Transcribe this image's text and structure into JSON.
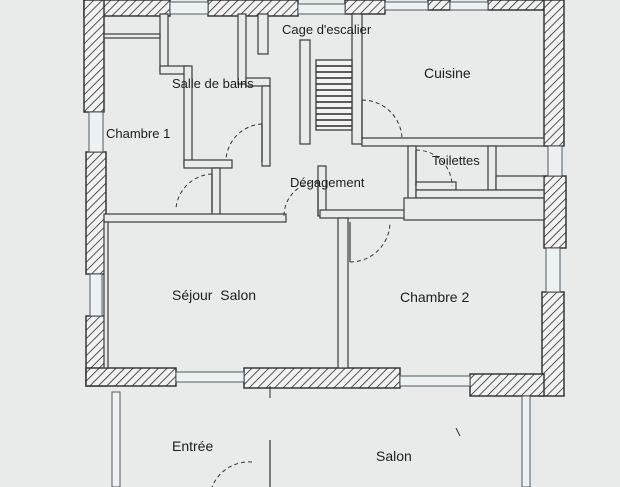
{
  "rooms": {
    "cage_escalier": "Cage d'escalier",
    "salle_de_bains": "Salle de bains",
    "cuisine": "Cuisine",
    "chambre_1": "Chambre 1",
    "toilettes": "Toilettes",
    "degagement": "Dégagement",
    "sejour_salon": "Séjour  Salon",
    "chambre_2": "Chambre 2",
    "entree": "Entrée",
    "salon": "Salon"
  },
  "colors": {
    "paper": "#e9ebea",
    "wall_line": "#2b2b2b",
    "window_frame": "#4c5a60"
  }
}
